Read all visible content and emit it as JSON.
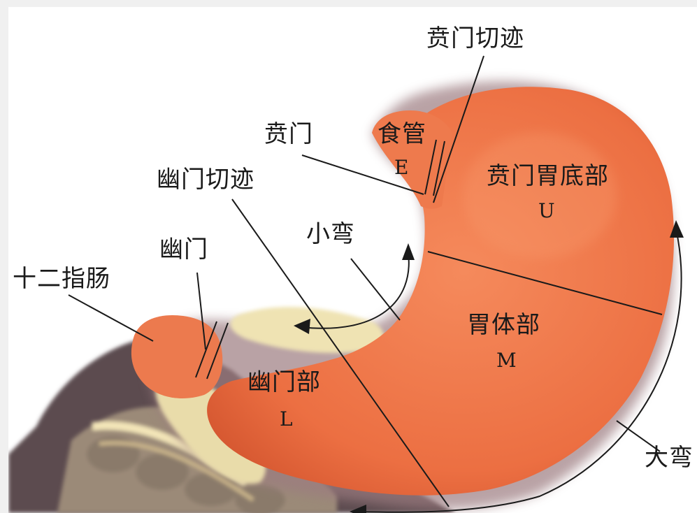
{
  "labels": {
    "cardiac_notch": "贲门切迹",
    "cardia": "贲门",
    "esophagus": "食管",
    "esophagus_code": "E",
    "pyloric_notch": "幽门切迹",
    "cardiac_fundus": "贲门胃底部",
    "cardiac_fundus_code": "U",
    "lesser_curvature": "小弯",
    "pylorus": "幽门",
    "duodenum": "十二指肠",
    "body": "胃体部",
    "body_code": "M",
    "pyloric_part": "幽门部",
    "pyloric_part_code": "L",
    "greater_curvature": "大弯"
  },
  "colors": {
    "stomach": "#f07a4c",
    "stomach_shade": "#d95a33",
    "shadow": "#8a6a6e",
    "intestine": "#b8a48a",
    "fat": "#efe3b3",
    "line": "#1a1a1a"
  }
}
